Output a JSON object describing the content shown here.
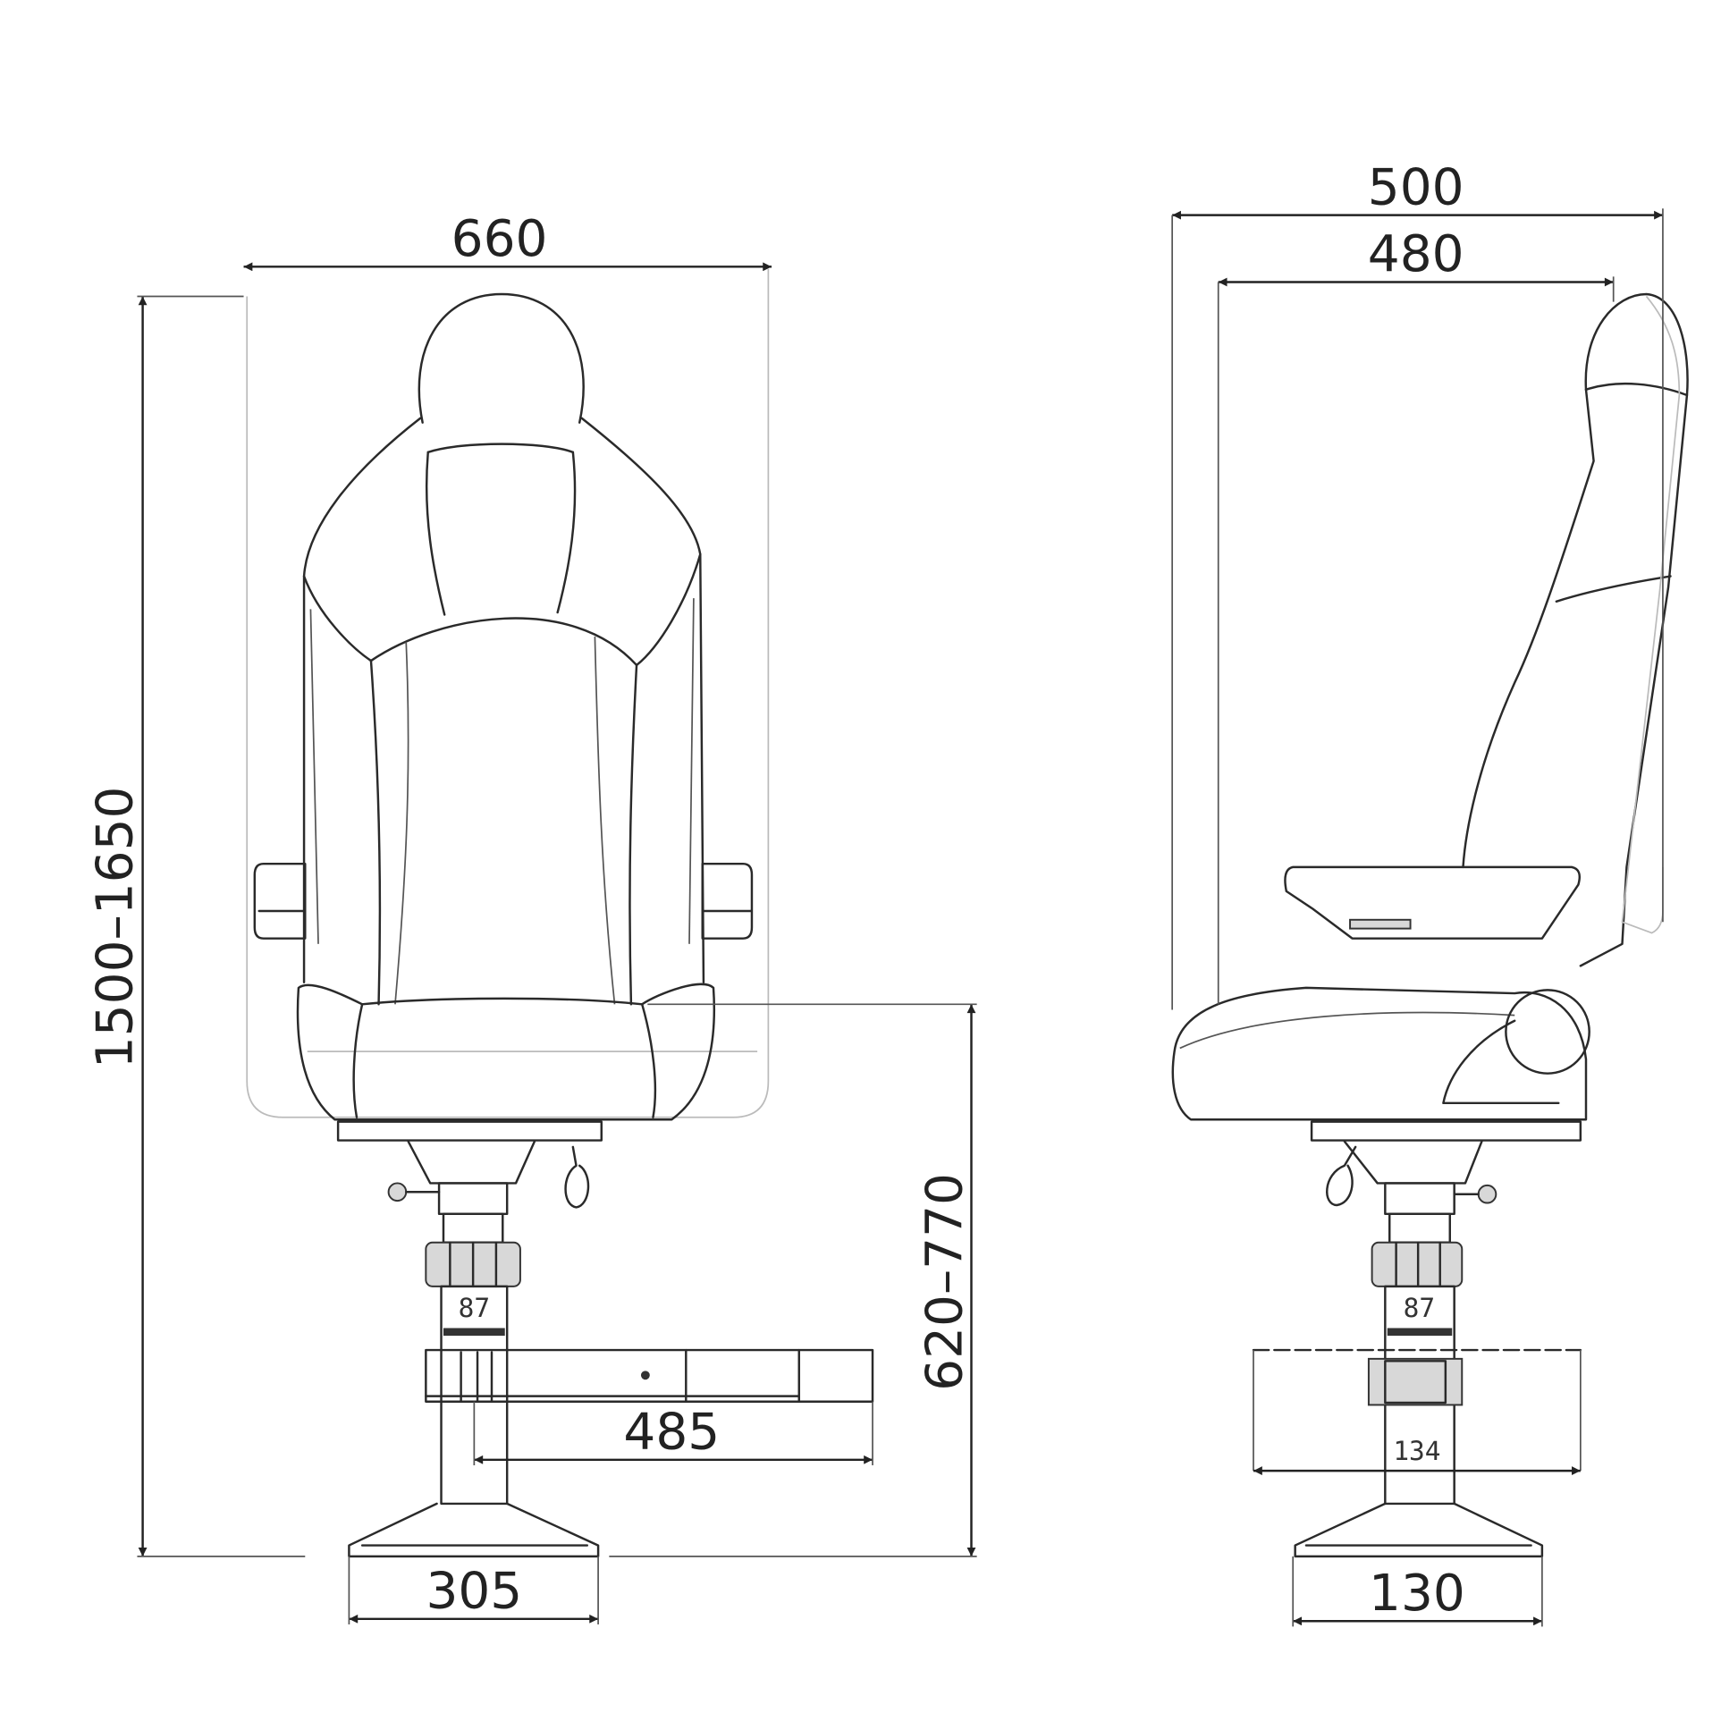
{
  "drawing": {
    "front_view": {
      "overall_width": "660",
      "overall_height": "1500–1650",
      "seat_height": "620–770",
      "slide_length": "485",
      "base_width": "305",
      "column_label": "87"
    },
    "side_view": {
      "overall_depth": "500",
      "seat_depth": "480",
      "slide_width": "134",
      "column_label": "87",
      "base_depth": "130"
    },
    "line_color": "#2a2a2a"
  }
}
